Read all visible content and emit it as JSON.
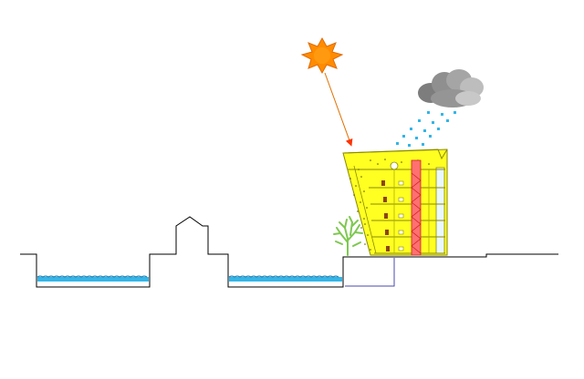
{
  "diagram": {
    "type": "architectural-section",
    "elements": [
      "sun-icon",
      "cloud-icon",
      "rain-drops",
      "sun-ray",
      "ground-profile",
      "water-channel-left",
      "water-channel-right",
      "gabled-house",
      "tree-icon",
      "yellow-building",
      "red-service-core",
      "drainage-pipe"
    ]
  },
  "colors": {
    "sun": "#ff8c00",
    "sun_ray": "#e07000",
    "ray_arrowhead": "#ff3300",
    "cloud": "#9a9a9a",
    "cloud_light": "#c8c8c8",
    "rain": "#33b5e8",
    "water": "#33b5e8",
    "water_wave": "#0a6fa6",
    "ground_line": "#000000",
    "building_fill": "#ffff22",
    "building_stroke": "#8a8a00",
    "core_fill": "#ff7070",
    "core_stroke": "#cc2222",
    "window_fill": "#8b4513",
    "glass_fill": "#e9f7ff",
    "tree": "#7ec850",
    "pipe": "#4a4ab0"
  }
}
